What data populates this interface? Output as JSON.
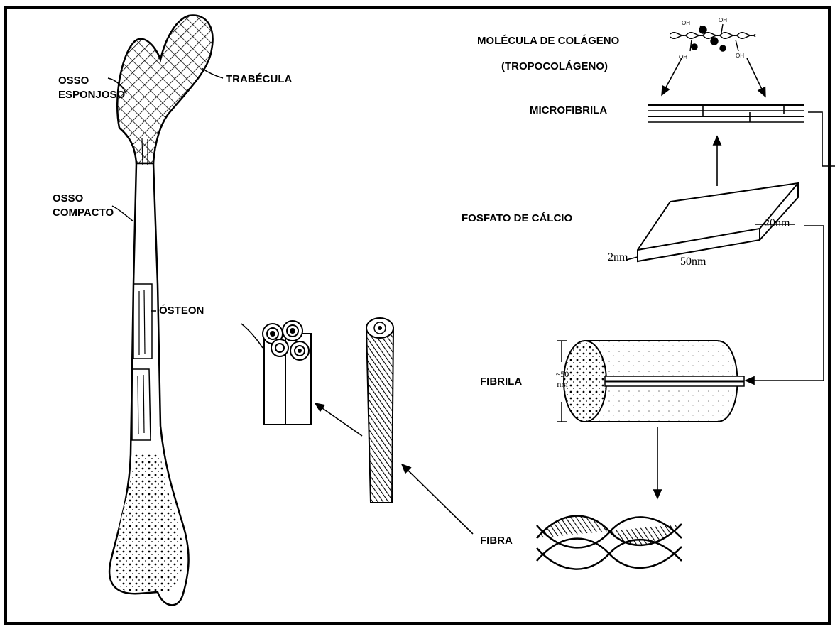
{
  "labels": {
    "osso_esponjoso_1": "OSSO",
    "osso_esponjoso_2": "ESPONJOSO",
    "trabecula": "TRABÉCULA",
    "osso_compacto_1": "OSSO",
    "osso_compacto_2": "COMPACTO",
    "osteon": "ÓSTEON",
    "molecula_1": "MOLÉCULA DE COLÁGENO",
    "molecula_2": "(TROPOCOLÁGENO)",
    "microfibrila": "MICROFIBRILA",
    "fosfato": "FOSFATO DE CÁLCIO",
    "fibrila": "FIBRILA",
    "fibra": "FIBRA"
  },
  "dimensions": {
    "d20": "20nm",
    "d2": "2nm",
    "d50": "50nm",
    "fibril_a": "~50",
    "fibril_b": "nm"
  },
  "oh_group": "OH",
  "colors": {
    "ink": "#000000",
    "background": "#ffffff"
  }
}
